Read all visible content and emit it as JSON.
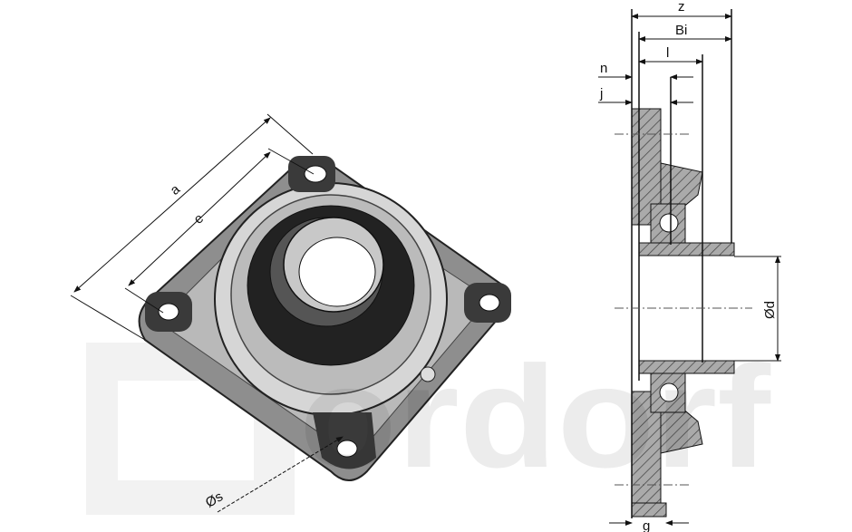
{
  "watermark": "ordorf",
  "perspective_view": {
    "labels": {
      "a": "a",
      "e": "e",
      "s": "Øs"
    }
  },
  "section_view": {
    "labels": {
      "z": "z",
      "Bi": "Bi",
      "l": "l",
      "n": "n",
      "j": "j",
      "d": "Ød",
      "g": "g"
    }
  },
  "colors": {
    "line": "#111111",
    "body": "#9a9a9a",
    "dark": "#333333",
    "light": "#d0d0d0"
  }
}
